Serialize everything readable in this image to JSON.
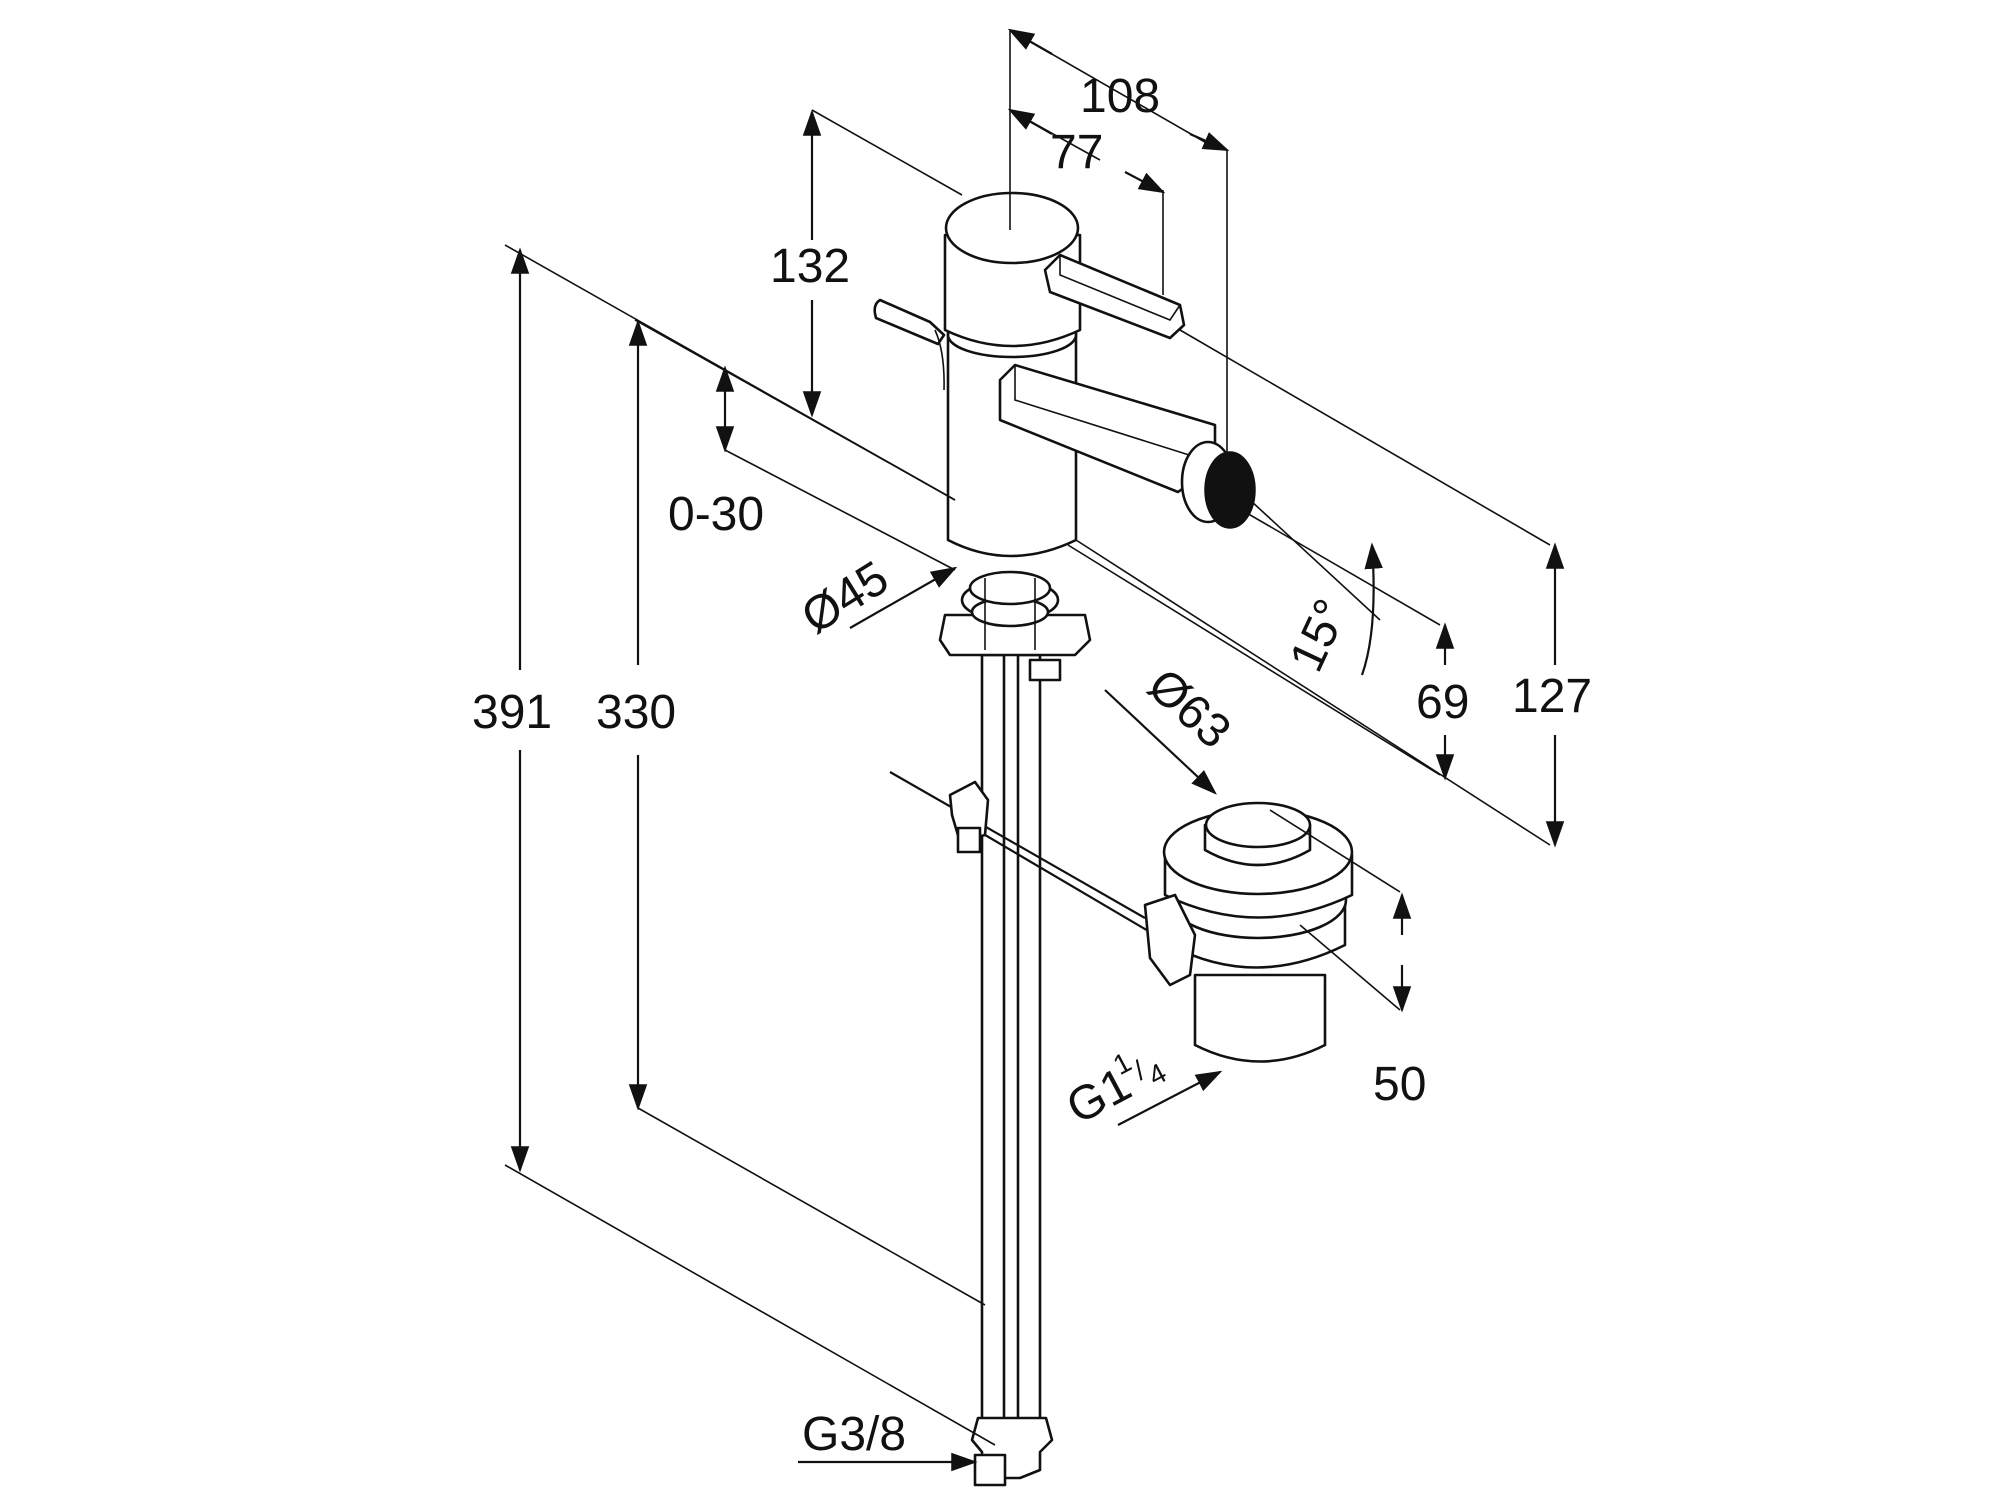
{
  "dimensions": {
    "d108": "108",
    "d77": "77",
    "d132": "132",
    "d030": "0-30",
    "d45": "Ø45",
    "d15": "15°",
    "d69": "69",
    "d127": "127",
    "d391": "391",
    "d330": "330",
    "d63": "Ø63",
    "d50": "50",
    "thread_waste_main": "G1",
    "thread_waste_sup": "1",
    "thread_waste_sub": "4",
    "thread_supply": "G3/8"
  },
  "colors": {
    "ink": "#111111",
    "background": "#ffffff"
  }
}
